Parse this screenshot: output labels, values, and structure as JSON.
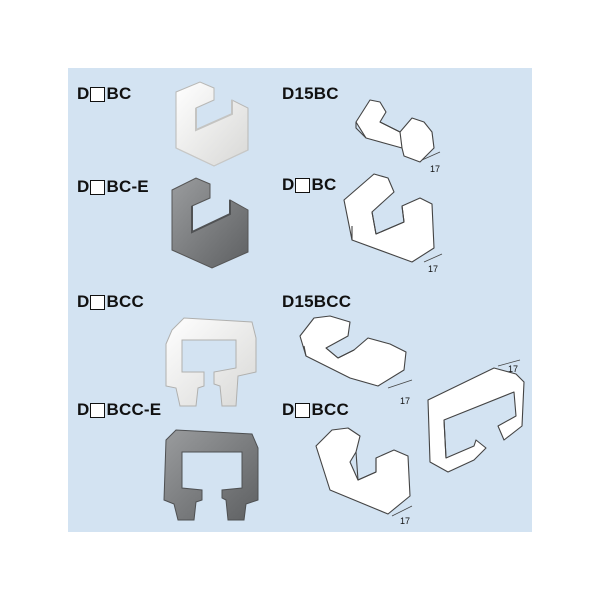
{
  "labels": {
    "d_bc": {
      "prefix": "D",
      "suffix": "BC"
    },
    "d_bc_e": {
      "prefix": "D",
      "suffix": "BC-E"
    },
    "d_bcc": {
      "prefix": "D",
      "suffix": "BCC"
    },
    "d_bcc_e": {
      "prefix": "D",
      "suffix": "BCC-E"
    },
    "d15bc": "D15BC",
    "d_bc_right": {
      "prefix": "D",
      "suffix": "BC"
    },
    "d15bcc": "D15BCC",
    "d_bcc_right": {
      "prefix": "D",
      "suffix": "BCC"
    }
  },
  "dimensions": {
    "d15bc": "17",
    "d_bc": "17",
    "d15bcc": "17",
    "d_bcc": "17",
    "large": "17"
  },
  "colors": {
    "panel": "#d3e3f2",
    "white_part": "#f4f4f2",
    "gray_part": "#7a7c7e",
    "line_drawing": "#444444"
  }
}
